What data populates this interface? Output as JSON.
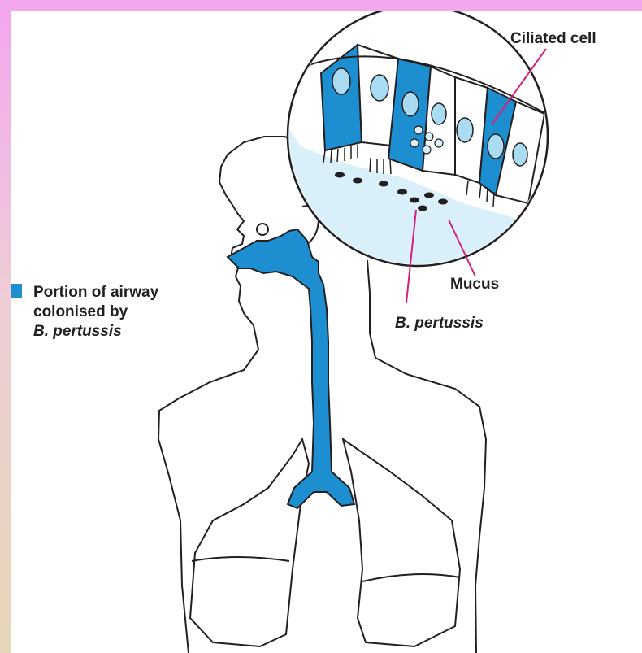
{
  "labels": {
    "ciliated_cell": "Ciliated cell",
    "mucus": "Mucus",
    "b_pertussis": "B. pertussis"
  },
  "legend": {
    "line1": "Portion of airway",
    "line2": "colonised by",
    "line3": "B. pertussis",
    "color": "#1d8fd1"
  },
  "colors": {
    "airway_blue": "#1d8fd1",
    "light_blue": "#a9dcf3",
    "mucus_blue": "#d9f0fb",
    "outline": "#231f20",
    "pointer_magenta": "#d41f7b",
    "frame_pink": "#f3a6ef"
  }
}
